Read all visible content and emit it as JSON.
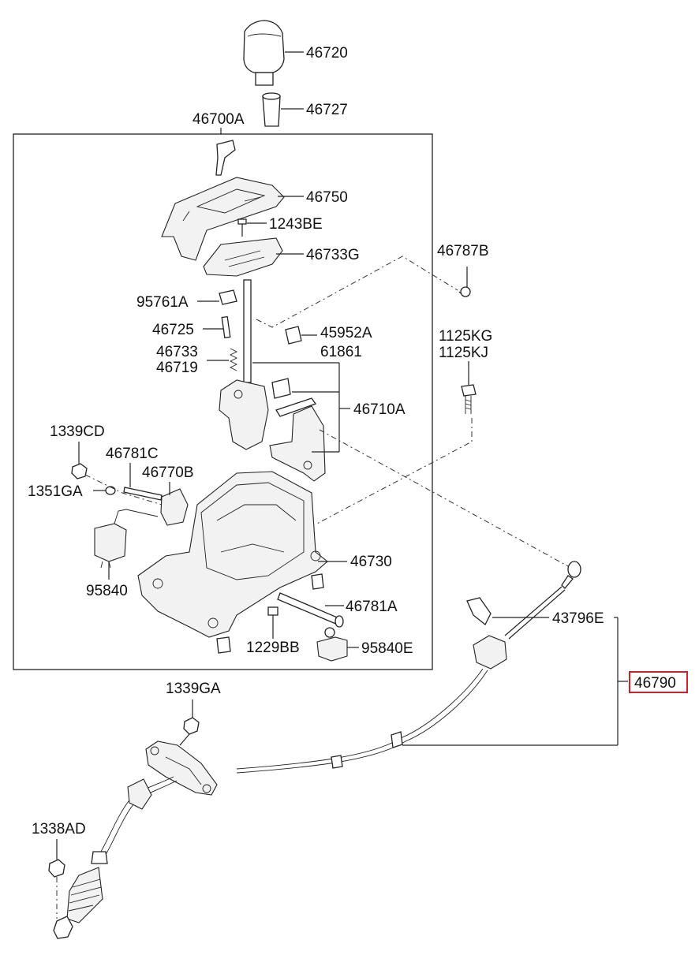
{
  "diagram": {
    "labels": {
      "46720": "46720",
      "46727": "46727",
      "46700A": "46700A",
      "46750": "46750",
      "1243BE": "1243BE",
      "46733G": "46733G",
      "46787B": "46787B",
      "95761A": "95761A",
      "46725": "46725",
      "45952A": "45952A",
      "61861": "61861",
      "46733": "46733",
      "46719": "46719",
      "1125KG": "1125KG",
      "1125KJ": "1125KJ",
      "46710A": "46710A",
      "1339CD": "1339CD",
      "46781C": "46781C",
      "46770B": "46770B",
      "1351GA": "1351GA",
      "46730": "46730",
      "95840": "95840",
      "46781A": "46781A",
      "43796E": "43796E",
      "1229BB": "1229BB",
      "95840E": "95840E",
      "46790": "46790",
      "1339GA": "1339GA",
      "1338AD": "1338AD"
    },
    "highlight_color": "#d62020",
    "line_color": "#222222"
  }
}
